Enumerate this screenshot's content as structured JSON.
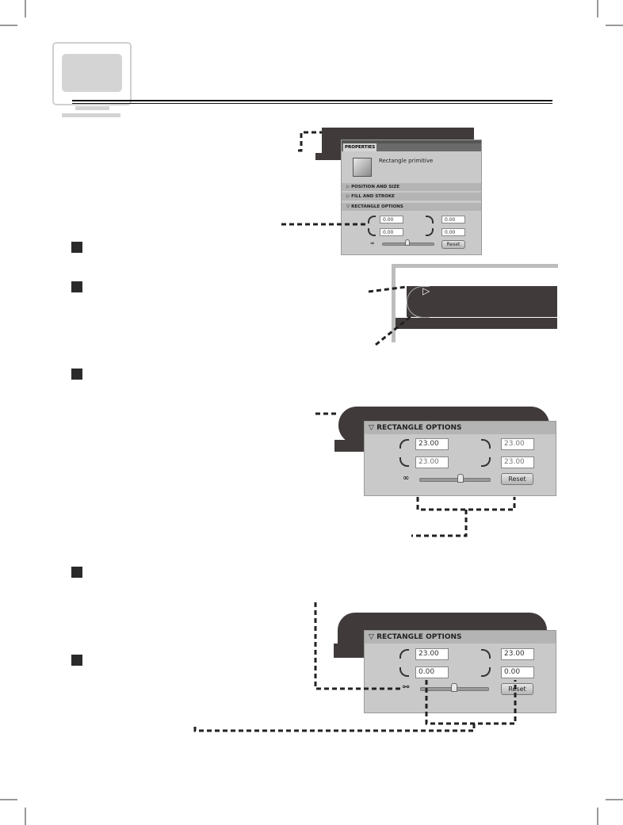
{
  "figure1": {
    "tab": "PROPERTIES",
    "object_type": "Rectangle primitive",
    "sections": [
      "POSITION AND SIZE",
      "FILL AND STROKE",
      "RECTANGLE OPTIONS"
    ],
    "values": [
      "0.00",
      "0.00",
      "0.00",
      "0.00"
    ],
    "reset": "Reset"
  },
  "figure3": {
    "header": "RECTANGLE OPTIONS",
    "values": [
      "23.00",
      "23.00",
      "23.00",
      "23.00"
    ],
    "reset": "Reset",
    "slider_level": 0.6
  },
  "figure4": {
    "header": "RECTANGLE OPTIONS",
    "values": [
      "23.00",
      "23.00",
      "0.00",
      "0.00"
    ],
    "reset": "Reset",
    "slider_level": 0.5
  },
  "colors": {
    "shape": "#403b3a",
    "panel": "#c9c9c9"
  },
  "icons": [
    "monitor-icon",
    "link-icon",
    "unlink-icon",
    "cursor-icon",
    "disclosure-triangle-icon"
  ]
}
